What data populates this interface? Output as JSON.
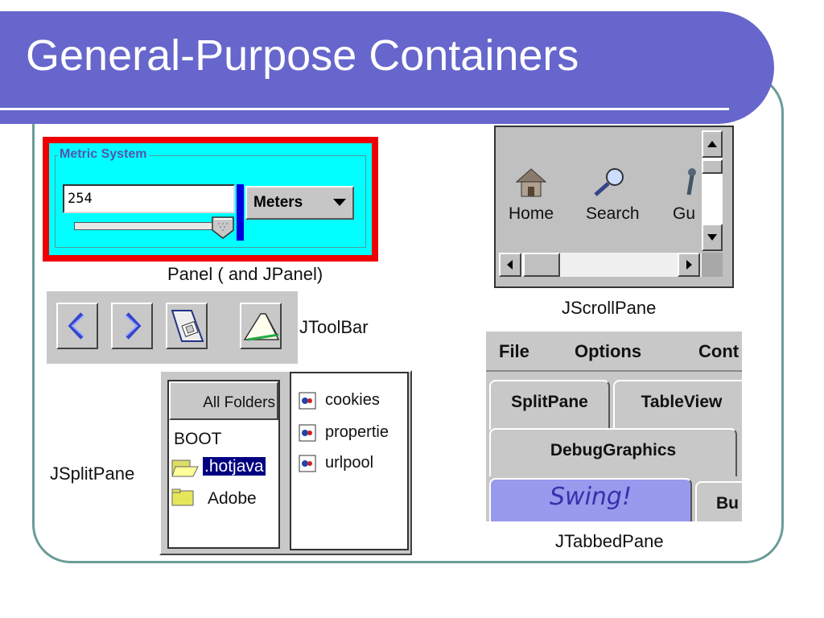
{
  "slide": {
    "title": "General-Purpose Containers",
    "colors": {
      "title_bar": "#6666cc",
      "frame": "#6a9c98",
      "panel_border": "#ee0000",
      "panel_bg": "#00ffff"
    }
  },
  "metric_panel": {
    "group_title": "Metric System",
    "value": "254",
    "unit_selected": "Meters",
    "caption": "Panel ( and JPanel)"
  },
  "toolbar": {
    "caption": "JToolBar",
    "buttons": [
      "chevron-left-icon",
      "chevron-right-icon",
      "window-icon",
      "page-icon"
    ]
  },
  "split_pane": {
    "caption": "JSplitPane",
    "column_header": "All Folders",
    "tree": [
      "BOOT",
      ".hotjava",
      "Adobe"
    ],
    "files": [
      "cookies",
      "propertie",
      "urlpool"
    ]
  },
  "scroll_pane": {
    "caption": "JScrollPane",
    "icons": [
      "Home",
      "Search",
      "Gu"
    ]
  },
  "tabbed_pane": {
    "caption": "JTabbedPane",
    "menu": [
      "File",
      "Options",
      "Cont"
    ],
    "tabs_row1": [
      "SplitPane",
      "TableView"
    ],
    "tabs_row2": [
      "DebugGraphics"
    ],
    "tabs_row3": [
      "Swing!",
      "Bu"
    ]
  }
}
